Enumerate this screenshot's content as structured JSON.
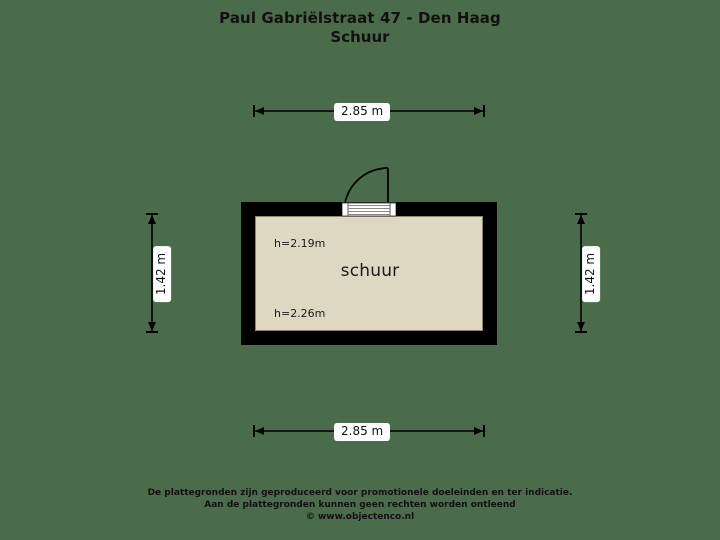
{
  "title": {
    "line1": "Paul Gabriëlstraat 47 - Den Haag",
    "line2": "Schuur"
  },
  "floorplan": {
    "room": {
      "name": "schuur",
      "height_label_top": "h=2.19m",
      "height_label_bottom": "h=2.26m",
      "fill_color": "#ded7c2",
      "wall_color": "#000000"
    },
    "door": {
      "type": "single-swing-door",
      "swing": "outward-left"
    },
    "dimensions": {
      "top": "2.85 m",
      "bottom": "2.85 m",
      "left": "1.42 m",
      "right": "1.42 m"
    }
  },
  "footer": {
    "line1": "De plattegronden zijn geproduceerd voor promotionele doeleinden en ter indicatie.",
    "line2": "Aan de plattegronden kunnen geen rechten worden ontleend",
    "line3": "© www.objectenco.nl"
  },
  "colors": {
    "background": "#4b6c4b",
    "room_fill": "#ded7c2",
    "wall": "#000000",
    "text": "#111111",
    "label_bg": "#ffffff"
  }
}
